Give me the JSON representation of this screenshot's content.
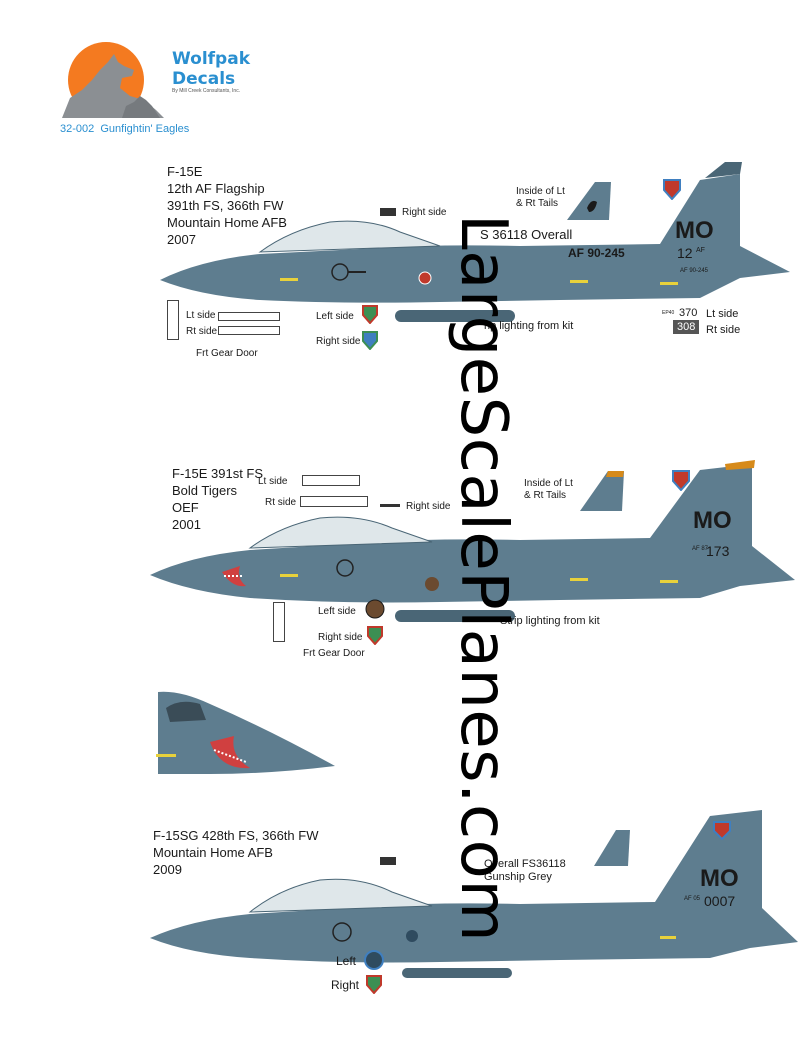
{
  "brand": {
    "line1": "Wolfpak",
    "line2": "Decals",
    "byline": "By Mill Creek Consultants, Inc.",
    "sheet_title": "32-002  Gunfightin' Eagles"
  },
  "profile1": {
    "caption": "F-15E\n12th AF Flagship\n391th FS, 366th FW\nMountain Home AFB\n2007",
    "tail_code": "MO",
    "tail_sub": "12",
    "tail_sub_small": "AF",
    "serial_big": "AF 90-245",
    "serial_small": "AF 90-245",
    "color_note": "S 36118 Overall",
    "strip_note": "rip lighting from kit",
    "labels": {
      "inside_tails": "Inside of Lt\n& Rt Tails",
      "right_side_top": "Right side",
      "lt_side": "Lt side",
      "rt_side": "Rt side",
      "frt_gear": "Frt Gear Door",
      "left_side_badge": "Left side",
      "right_side_badge": "Right side",
      "num_lt": "370",
      "num_lt_label": "Lt side",
      "num_rt": "308",
      "num_rt_label": "Rt side",
      "tiny_code": "EP40"
    }
  },
  "profile2": {
    "caption": "F-15E 391st FS\nBold Tigers\nOEF\n2001",
    "tail_code": "MO",
    "tail_serial": "173",
    "tail_serial_prefix": "AF\n87",
    "strip_note": "Strip lighting from kit",
    "labels": {
      "inside_tails": "Inside of Lt\n& Rt Tails",
      "lt_side": "Lt side",
      "rt_side": "Rt side",
      "right_side_top": "Right side",
      "left_side_badge": "Left side",
      "right_side_badge": "Right side",
      "frt_gear": "Frt Gear Door"
    }
  },
  "profile3": {
    "caption": "F-15SG 428th FS, 366th FW\nMountain Home AFB\n2009",
    "tail_code": "MO",
    "tail_serial": "0007",
    "tail_serial_prefix": "AF\n05",
    "color_note": "Overall FS36118\nGunship Grey",
    "labels": {
      "left": "Left",
      "right": "Right"
    }
  },
  "watermark": "LargeScalePlanes.com",
  "colors": {
    "aircraft_grey": "#5e7d8f",
    "aircraft_dark": "#4a6676",
    "canopy": "#dfe7ea",
    "sun_orange": "#f47a20",
    "wolf_grey": "#8b8f93",
    "brand_blue": "#2a8fd0",
    "badge_red": "#c0392b",
    "badge_green": "#3c8f53",
    "badge_blue": "#3f7fc0",
    "yellow_strip": "#e8d13b"
  }
}
